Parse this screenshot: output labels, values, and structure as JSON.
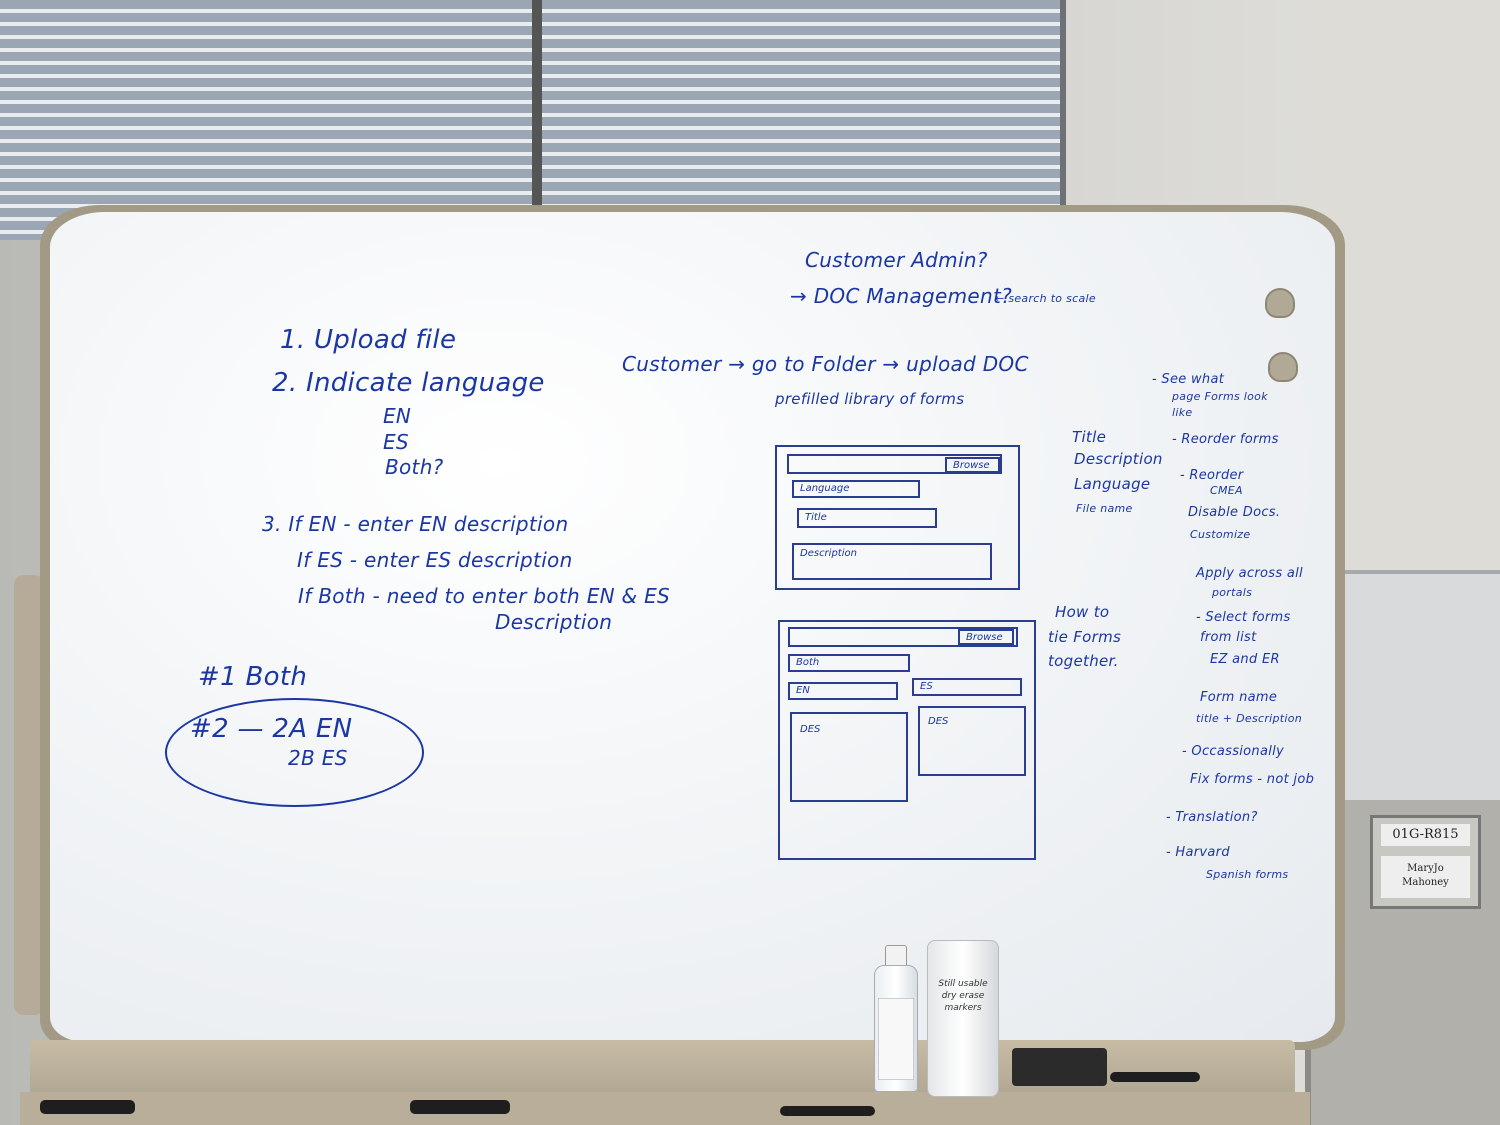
{
  "left_notes": {
    "step1": "1. Upload file",
    "step2": "2. Indicate language",
    "lang_en": "EN",
    "lang_es": "ES",
    "lang_both": "Both?",
    "step3_line1": "3. If EN - enter EN description",
    "step3_line2": "If ES - enter ES description",
    "step3_line3": "If Both - need to enter both EN & ES",
    "step3_line4": "Description",
    "option1": "#1 Both",
    "option2_a": "#2 — 2A EN",
    "option2_b": "2B ES"
  },
  "top_notes": {
    "line1": "Customer Admin?",
    "line2": "→ DOC Management?",
    "side_note": "← search to scale",
    "flow": "Customer → go to Folder → upload DOC",
    "prefilled": "prefilled library of forms"
  },
  "sketch1": {
    "browse": "Browse",
    "language": "Language",
    "title": "Title",
    "description": "Description"
  },
  "sketch2": {
    "browse": "Browse",
    "both": "Both",
    "en": "EN",
    "es": "ES",
    "desc_left": "DES",
    "desc_right": "DES"
  },
  "middle_notes": {
    "fields": [
      "Title",
      "Description",
      "Language",
      "File name"
    ],
    "tie": [
      "How to",
      "tie Forms",
      "together."
    ]
  },
  "right_notes": [
    "- See what",
    "page Forms look",
    "like",
    "- Reorder forms",
    "- Reorder",
    "CMEA",
    "Disable Docs.",
    "Customize",
    "Apply across all",
    "portals",
    "- Select forms",
    "from list",
    "EZ and ER",
    "Form name",
    "title + Description",
    "- Occassionally",
    "Fix forms - not job",
    "- Translation?",
    "- Harvard",
    "Spanish forms"
  ],
  "nameplate": {
    "id": "01G-R815",
    "name_line1": "MaryJo",
    "name_line2": "Mahoney"
  },
  "jar_note": "Still usable dry erase markers"
}
